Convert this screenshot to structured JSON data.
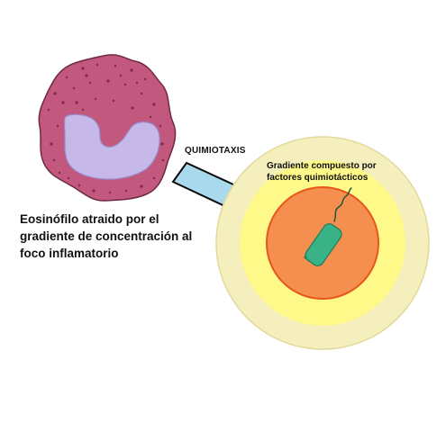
{
  "labels": {
    "eosinophil": "Eosinófilo atraido por el gradiente de concentración al foco inflamatorio",
    "chemotaxis": "QUIMIOTAXIS",
    "gradient": "Gradiente compuesto por factores quimiotácticos"
  },
  "colors": {
    "cell_body": "#c2587e",
    "cell_outline": "#6e2a45",
    "granules": "#7a2b4a",
    "nucleus": "#c7b8ea",
    "nucleus_outline": "#9989c8",
    "arrow_fill": "#a9d9ec",
    "arrow_outline": "#0a0a0a",
    "gradient_outer": "#f4efbc",
    "gradient_ring_edge": "#e3d99c",
    "gradient_middle": "#fff98a",
    "focus_core": "#f58f50",
    "focus_outline": "#e85619",
    "bacterium": "#3ab287",
    "bacterium_outline": "#1f7d5c",
    "flagellum": "#1b4f3c"
  },
  "icons": {
    "cell": "eosinophil-cell-icon",
    "arrow": "chemotaxis-arrow-icon",
    "focus": "inflammatory-focus-icon",
    "bacterium": "bacterium-icon"
  }
}
